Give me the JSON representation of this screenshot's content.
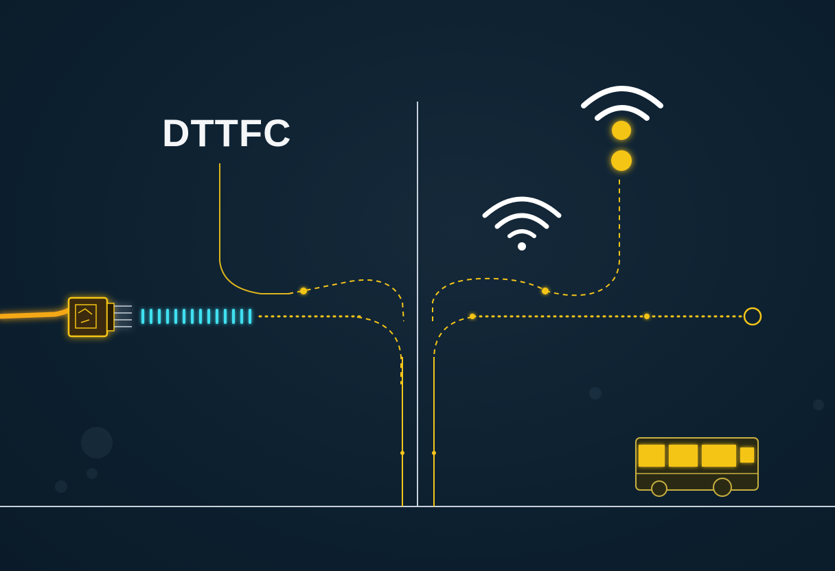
{
  "diagram": {
    "title": "DTTFC"
  },
  "colors": {
    "background": "#0c1e2e",
    "accent": "#f5c518",
    "signal": "#3fe0f0",
    "divider": "#c8d2dc",
    "icon": "#ffffff"
  },
  "icons": [
    "cable-connector-icon",
    "wifi-icon",
    "wifi-icon",
    "bus-icon",
    "node-dot",
    "terminal-ring"
  ]
}
